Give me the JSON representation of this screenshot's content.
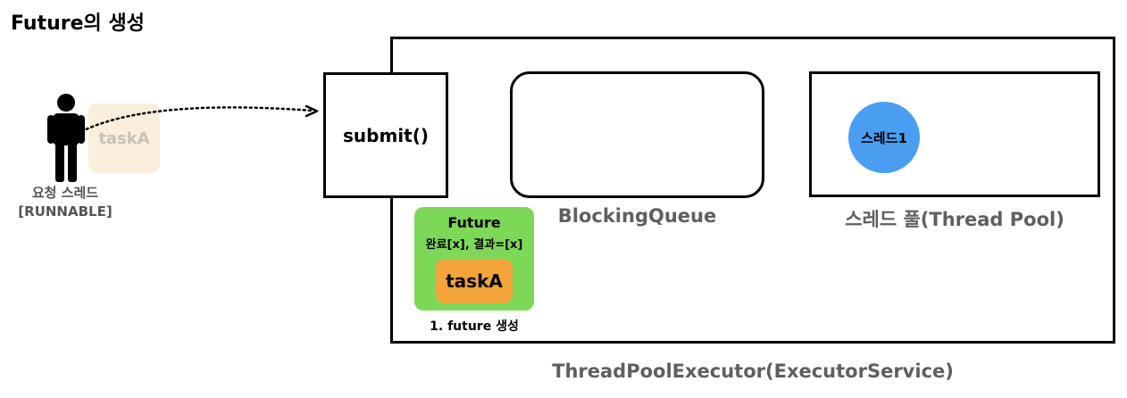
{
  "title": "Future의 생성",
  "submit": {
    "label": "submit()"
  },
  "queue": {
    "label": "BlockingQueue"
  },
  "pool": {
    "label": "스레드 풀(Thread Pool)",
    "threads": [
      "스레드1"
    ]
  },
  "future": {
    "title": "Future",
    "status": "완료[x], 결과=[x]",
    "task": "taskA",
    "caption": "1. future 생성"
  },
  "executor": {
    "label": "ThreadPoolExecutor(ExecutorService)"
  },
  "requester": {
    "name": "요청 스레드",
    "state": "[RUNNABLE]",
    "ghost_task": "taskA"
  },
  "colors": {
    "thread": "#4a9ef2",
    "future": "#7dd858",
    "task": "#f3a43a",
    "ghost_task": "#fbeedd",
    "label_gray": "#5f5f5f"
  },
  "icons": {
    "requester": "person-icon",
    "flow": "dotted-arrow"
  }
}
